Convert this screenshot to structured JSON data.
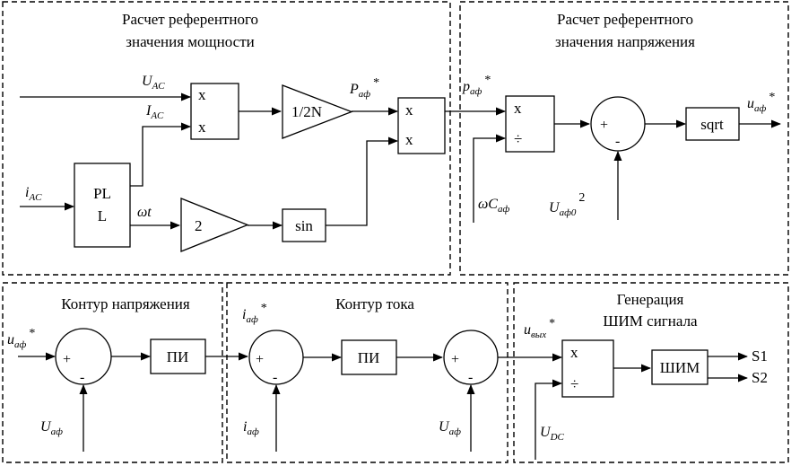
{
  "sections": {
    "power": [
      "Расчет референтного",
      "значения мощности"
    ],
    "voltage": [
      "Расчет референтного",
      "значения напряжения"
    ],
    "voltage_loop": "Контур напряжения",
    "current_loop": "Контур тока",
    "pwm_gen": [
      "Генерация",
      "ШИМ сигнала"
    ]
  },
  "blocks": {
    "mult": "x",
    "div": "÷",
    "gain_half_n": "1/2N",
    "gain_two": "2",
    "sin": "sin",
    "sqrt": "sqrt",
    "pll": [
      "PL",
      "L"
    ],
    "pi": "ПИ",
    "pwm": "ШИМ",
    "plus": "+",
    "minus": "-"
  },
  "signals": {
    "u_ac": {
      "base": "U",
      "sub": "AC"
    },
    "i_ac_cap": {
      "base": "I",
      "sub": "AC"
    },
    "i_ac": {
      "base": "i",
      "sub": "AC"
    },
    "omega_t": "ωt",
    "p_af_ref": {
      "base": "P",
      "sub": "аф",
      "sup": "*"
    },
    "p_af_ref_lower": {
      "base": "p",
      "sub": "аф",
      "sup": "*"
    },
    "omega_c": {
      "base": "ωC",
      "sub": "аф"
    },
    "u_af0": {
      "base": "U",
      "sub": "аф0",
      "sup": "2"
    },
    "u_af_ref": {
      "base": "u",
      "sub": "аф",
      "sup": "*"
    },
    "u_af_fb": {
      "base": "U",
      "sub": "аф"
    },
    "i_af_ref": {
      "base": "i",
      "sub": "аф",
      "sup": "*"
    },
    "i_af": {
      "base": "i",
      "sub": "аф"
    },
    "u_vyh_ref": {
      "base": "u",
      "sub": "вых",
      "sup": "*"
    },
    "u_dc": {
      "base": "U",
      "sub": "DC"
    },
    "s1": "S1",
    "s2": "S2"
  }
}
